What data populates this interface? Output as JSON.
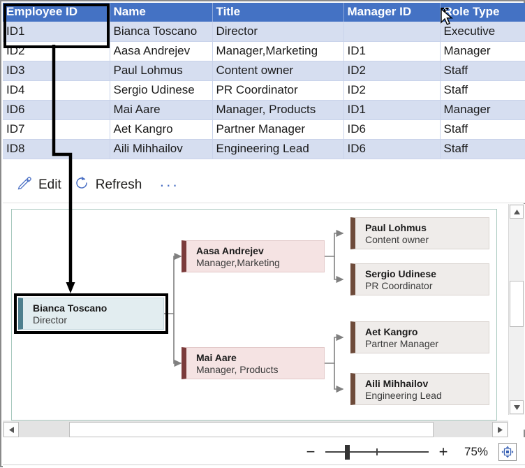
{
  "table": {
    "columns": [
      "Employee ID",
      "Name",
      "Title",
      "Manager ID",
      "Role Type"
    ],
    "rows": [
      {
        "id": "ID1",
        "name": "Bianca Toscano",
        "title": "Director",
        "manager": "",
        "role": "Executive"
      },
      {
        "id": "ID2",
        "name": "Aasa Andrejev",
        "title": "Manager,Marketing",
        "manager": "ID1",
        "role": "Manager"
      },
      {
        "id": "ID3",
        "name": "Paul Lohmus",
        "title": "Content owner",
        "manager": "ID2",
        "role": "Staff"
      },
      {
        "id": "ID4",
        "name": "Sergio Udinese",
        "title": "PR Coordinator",
        "manager": "ID2",
        "role": "Staff"
      },
      {
        "id": "ID6",
        "name": "Mai Aare",
        "title": "Manager, Products",
        "manager": "ID1",
        "role": "Manager"
      },
      {
        "id": "ID7",
        "name": "Aet Kangro",
        "title": "Partner Manager",
        "manager": "ID6",
        "role": "Staff"
      },
      {
        "id": "ID8",
        "name": "Aili Mihhailov",
        "title": "Engineering Lead",
        "manager": "ID6",
        "role": "Staff"
      }
    ],
    "selected_cell": "ID1",
    "selected_column": "Employee ID",
    "header_color": "#4472C4",
    "alt_row_color": "#D6DEF0",
    "cursor_over_column": "Role Type"
  },
  "commandbar": {
    "edit_label": "Edit",
    "refresh_label": "Refresh",
    "overflow_label": "···",
    "edit_icon": "pencil-icon",
    "refresh_icon": "refresh-icon",
    "accent": "#4A6FC4"
  },
  "orgchart": {
    "selected_node": "Bianca Toscano",
    "nodes": [
      {
        "name": "Bianca Toscano",
        "title": "Director",
        "type": "executive"
      },
      {
        "name": "Aasa Andrejev",
        "title": "Manager,Marketing",
        "type": "manager"
      },
      {
        "name": "Mai Aare",
        "title": "Manager, Products",
        "type": "manager"
      },
      {
        "name": "Paul Lohmus",
        "title": "Content owner",
        "type": "staff"
      },
      {
        "name": "Sergio Udinese",
        "title": "PR Coordinator",
        "type": "staff"
      },
      {
        "name": "Aet Kangro",
        "title": "Partner Manager",
        "type": "staff"
      },
      {
        "name": "Aili Mihhailov",
        "title": "Engineering Lead",
        "type": "staff"
      }
    ],
    "colors": {
      "executive_fill": "#E2EDF0",
      "executive_bar": "#4E7F8E",
      "manager_fill": "#F5E3E3",
      "manager_bar": "#7B3B3B",
      "staff_fill": "#EFECEA",
      "staff_bar": "#6E4B3A",
      "connector": "#808080",
      "canvas_border": "#A8C8BE",
      "annotation": "#000000"
    }
  },
  "zoom": {
    "minus_label": "−",
    "plus_label": "+",
    "percent": "75%",
    "fit_icon": "fit-to-screen-icon"
  },
  "scrollbars": {
    "v_up": "▲",
    "v_down": "▼",
    "h_left": "◀",
    "h_right": "▶"
  }
}
